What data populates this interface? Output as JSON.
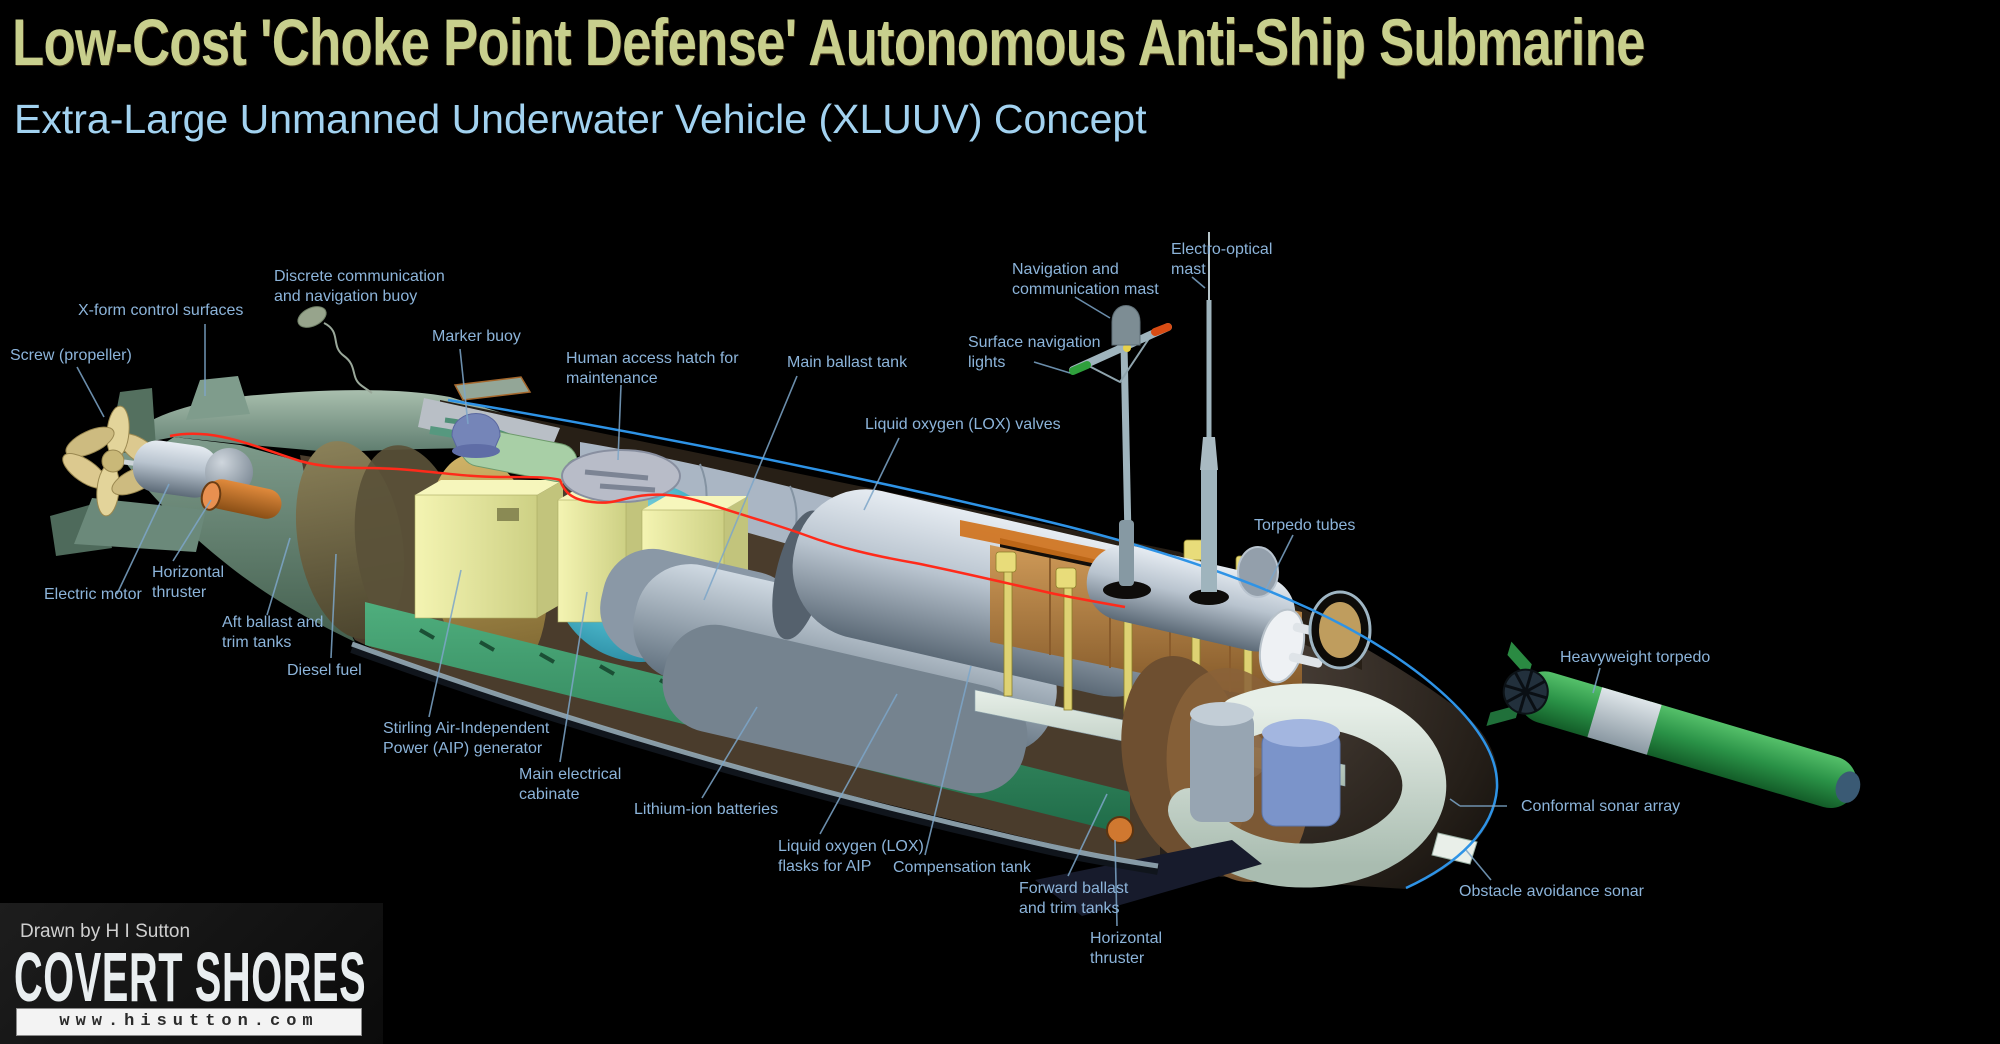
{
  "header": {
    "title": "Low-Cost 'Choke Point Defense' Autonomous Anti-Ship Submarine",
    "subtitle": "Extra-Large Unmanned Underwater Vehicle (XLUUV) Concept"
  },
  "credit": {
    "drawn_by": "Drawn by H I Sutton",
    "brand": "COVERT SHORES",
    "website": "www.hisutton.com"
  },
  "colors": {
    "background": "#000000",
    "title": "#c8cf8d",
    "subtitle": "#a2d2f0",
    "label": "#8cb4da",
    "hull_outline_blue": "#2e93e6",
    "cutaway_line_red": "#ff2a1a",
    "torpedo_green": "#2f9e4a",
    "hull_sage": "#7f9c8c"
  },
  "diagram": {
    "labels": {
      "screw_propeller": "Screw (propeller)",
      "x_form_control_surfaces": "X-form control surfaces",
      "discrete_buoy": "Discrete communication\nand navigation buoy",
      "marker_buoy": "Marker buoy",
      "human_access_hatch": "Human access hatch for\nmaintenance",
      "main_ballast_tank": "Main ballast tank",
      "lox_valves": "Liquid oxygen (LOX) valves",
      "nav_comm_mast": "Navigation and\ncommunication mast",
      "electro_optical_mast": "Electro-optical\nmast",
      "surface_navigation_lights": "Surface navigation\nlights",
      "torpedo_tubes": "Torpedo tubes",
      "heavyweight_torpedo": "Heavyweight torpedo",
      "electric_motor": "Electric motor",
      "horizontal_thruster_aft": "Horizontal\nthruster",
      "aft_ballast": "Aft ballast and\ntrim tanks",
      "diesel_fuel": "Diesel fuel",
      "stirling_aip": "Stirling Air-Independent\nPower (AIP) generator",
      "main_electrical_cabinet": "Main electrical\ncabinate",
      "lithium_ion_batteries": "Lithium-ion batteries",
      "lox_flasks": "Liquid oxygen (LOX)\nflasks for AIP",
      "compensation_tank": "Compensation tank",
      "forward_ballast": "Forward ballast\nand trim tanks",
      "horizontal_thruster_fwd": "Horizontal\nthruster",
      "obstacle_avoidance_sonar": "Obstacle avoidance sonar",
      "conformal_sonar_array": "Conformal sonar array"
    }
  }
}
